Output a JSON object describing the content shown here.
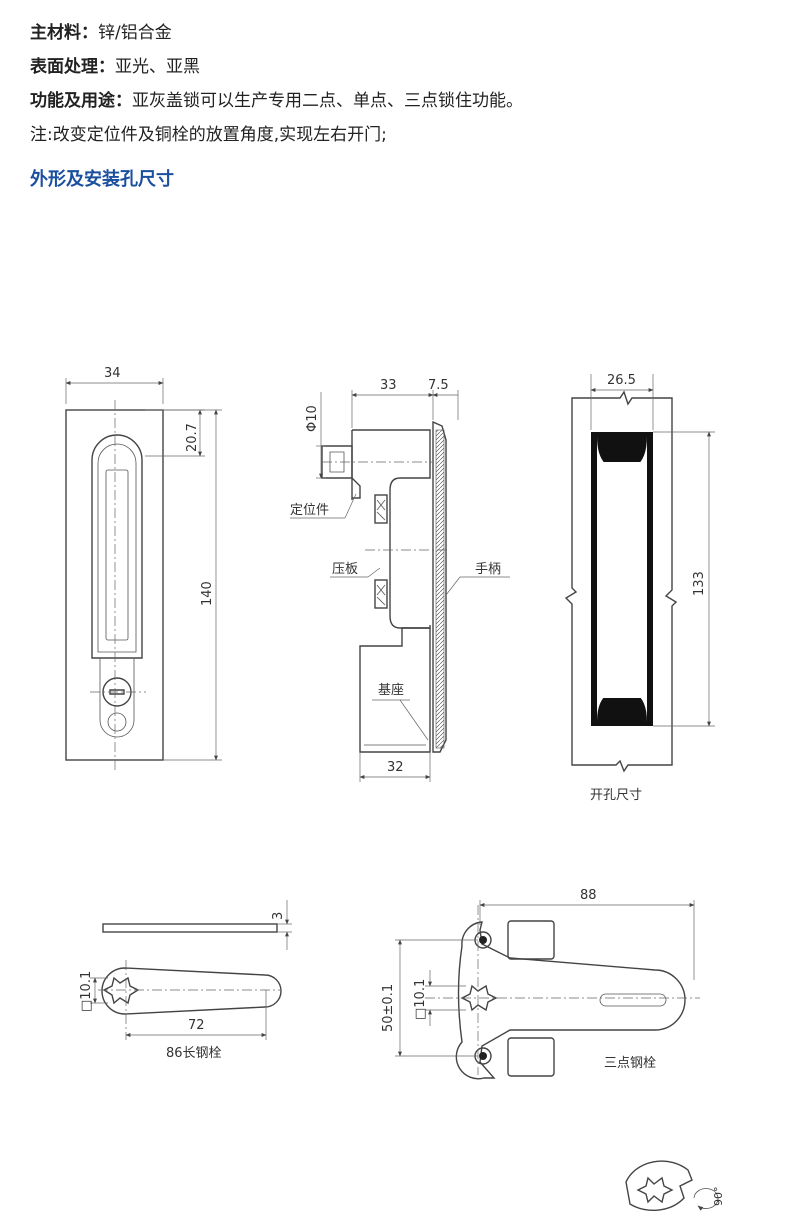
{
  "specs": [
    {
      "label": "主材料：",
      "value": "锌/铝合金"
    },
    {
      "label": "表面处理：",
      "value": "亚光、亚黑"
    },
    {
      "label": "功能及用途：",
      "value": "亚灰盖锁可以生产专用二点、单点、三点锁住功能。"
    },
    {
      "label": "",
      "value": "注:改变定位件及铜栓的放置角度,实现左右开门;"
    }
  ],
  "section_title": "外形及安装孔尺寸",
  "front_view": {
    "dim_width": "34",
    "dim_slot": "20.7",
    "dim_height": "140"
  },
  "side_view": {
    "dim_body": "33",
    "dim_handle": "7.5",
    "dim_pin": "Φ10",
    "dim_base": "32",
    "labels": {
      "positioner": "定位件",
      "pressure_plate": "压板",
      "handle": "手柄",
      "base": "基座"
    }
  },
  "cutout_view": {
    "dim_width": "26.5",
    "dim_height": "133",
    "caption": "开孔尺寸"
  },
  "bar_view": {
    "dim_thickness": "3",
    "dim_square": "□10.1",
    "dim_length": "72",
    "caption": "86长钢栓"
  },
  "three_point_view": {
    "dim_width": "88",
    "dim_height": "50±0.1",
    "dim_square": "□10.1",
    "caption": "三点钢栓"
  },
  "rotation": {
    "angle": "90°"
  }
}
